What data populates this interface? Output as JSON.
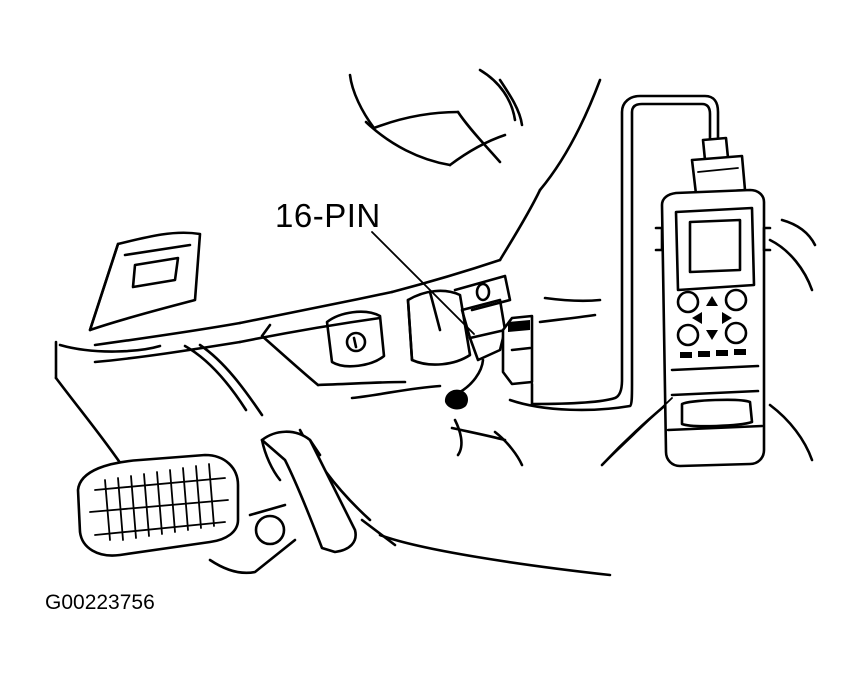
{
  "callout": {
    "connector_label": "16-PIN"
  },
  "figure": {
    "code": "G00223756"
  },
  "icons": [
    "dashboard-outline",
    "hood-release-handle",
    "brake-pedal",
    "accelerator-pedal",
    "diagnostic-connector",
    "scan-tool",
    "scan-tool-cable"
  ]
}
